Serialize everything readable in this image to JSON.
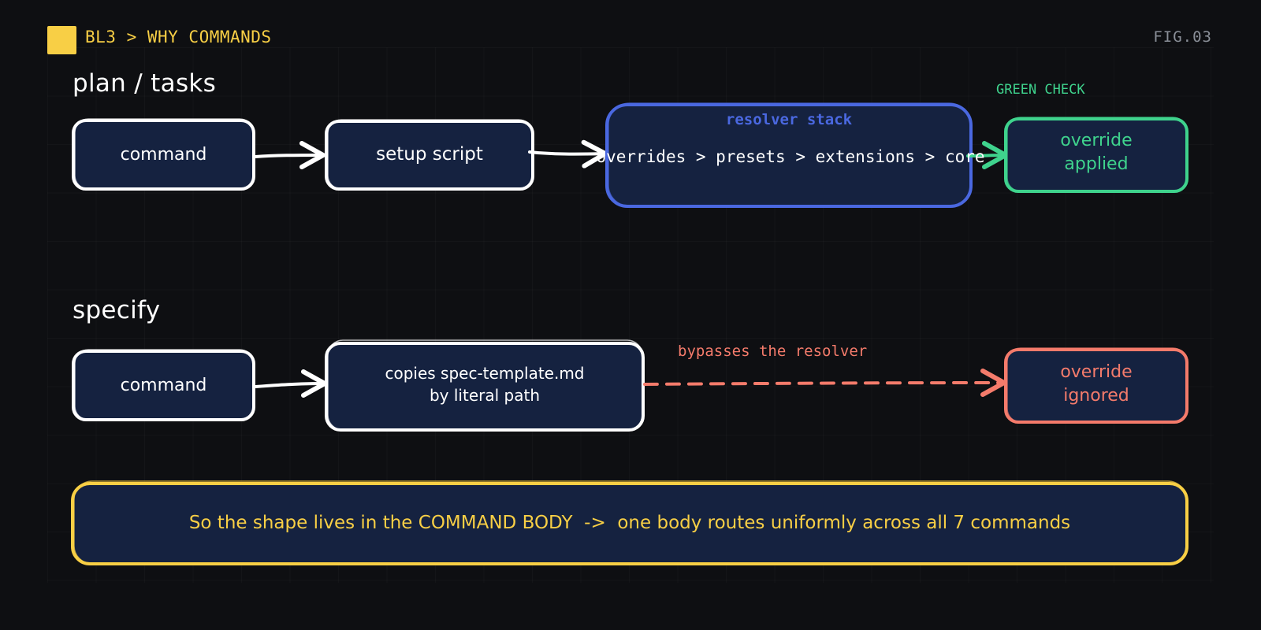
{
  "header": {
    "breadcrumb": "BL3 > WHY COMMANDS",
    "figure_label": "FIG.03"
  },
  "colors": {
    "accent_yellow": "#f8cf45",
    "resolver_blue": "#4a68e0",
    "success_green": "#3fd38d",
    "error_red": "#f47b6b",
    "node_fill": "#152240",
    "node_stroke": "#ffffff"
  },
  "plan_tasks": {
    "title": "plan / tasks",
    "command_label": "command",
    "setup_label": "setup script",
    "resolver_title": "resolver stack",
    "resolver_chain": "overrides > presets > extensions > core",
    "check_label": "GREEN CHECK",
    "result_line1": "override",
    "result_line2": "applied"
  },
  "specify": {
    "title": "specify",
    "command_label": "command",
    "copy_line1": "copies spec-template.md",
    "copy_line2": "by literal path",
    "bypass_label": "bypasses the resolver",
    "result_line1": "override",
    "result_line2": "ignored"
  },
  "conclusion": {
    "text": "So the shape lives in the COMMAND BODY  ->  one body routes uniformly across all 7 commands"
  }
}
